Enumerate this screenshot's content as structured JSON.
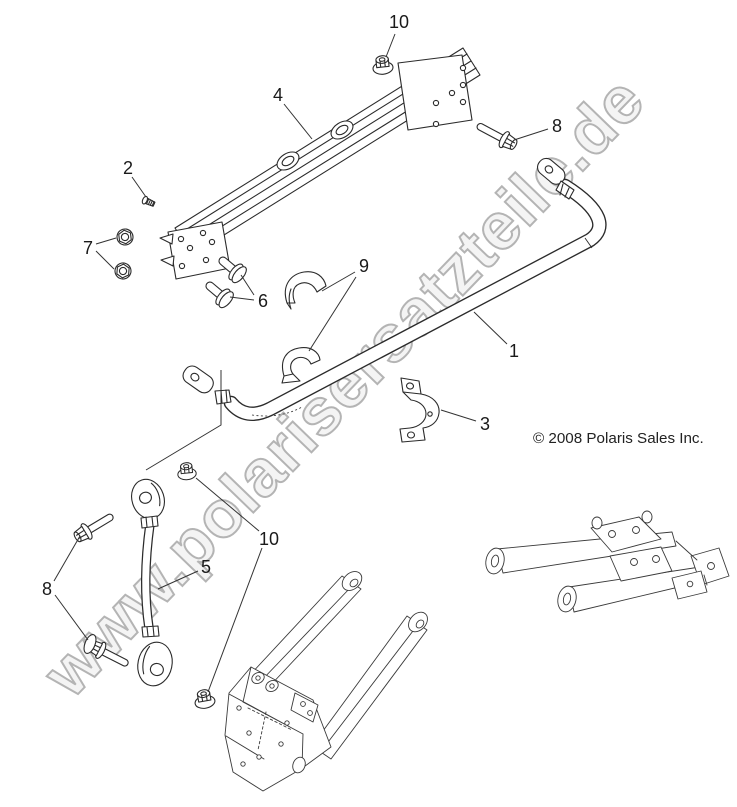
{
  "diagram": {
    "watermark": "www.polarisersatzteile.de",
    "copyright": "© 2008 Polaris Sales Inc.",
    "colors": {
      "line": "#2b2b2b",
      "reference_line": "#3a3a3a",
      "watermark": "#b4b4b4",
      "background": "#ffffff"
    },
    "callouts": [
      {
        "label": "10"
      },
      {
        "label": "4"
      },
      {
        "label": "2"
      },
      {
        "label": "8"
      },
      {
        "label": "7"
      },
      {
        "label": "6"
      },
      {
        "label": "9"
      },
      {
        "label": "1"
      },
      {
        "label": "3"
      },
      {
        "label": "10"
      },
      {
        "label": "5"
      },
      {
        "label": "8"
      }
    ]
  }
}
